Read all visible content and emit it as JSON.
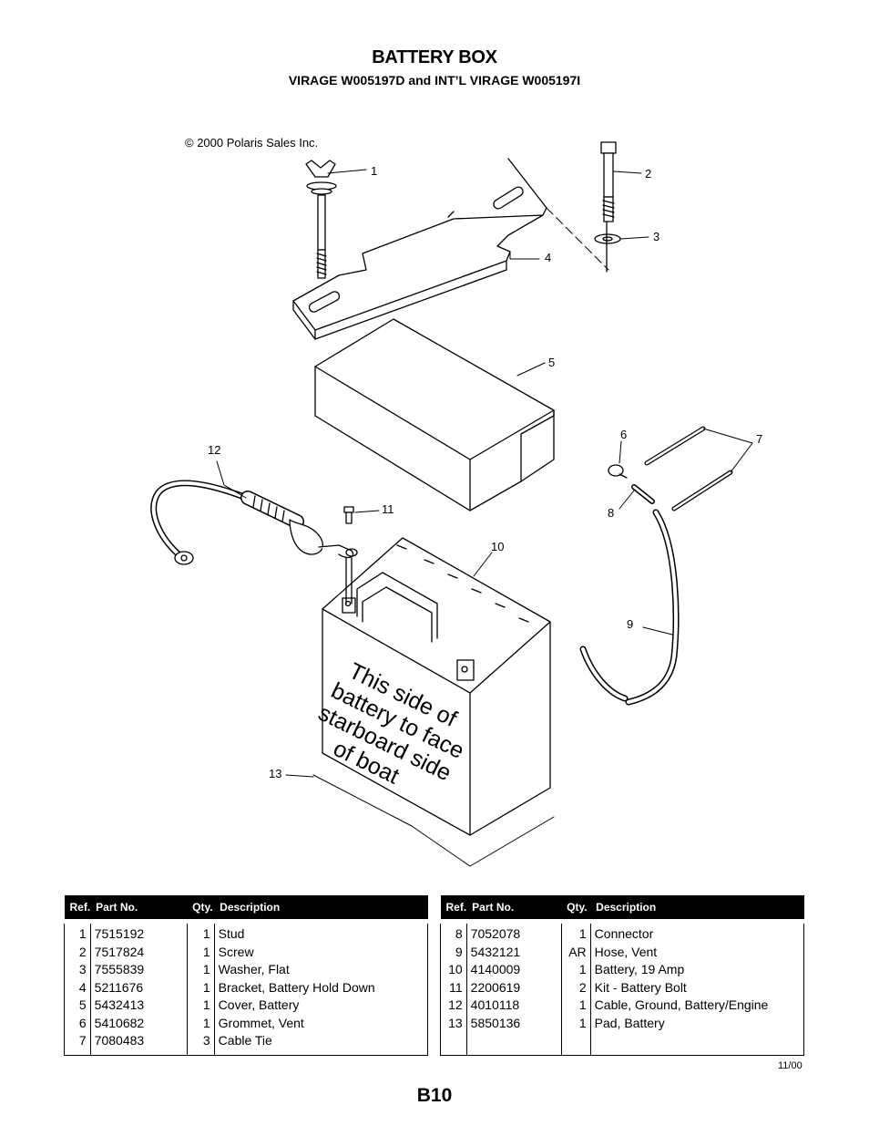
{
  "header": {
    "title": "BATTERY BOX",
    "subtitle": "VIRAGE W005197D and INT’L VIRAGE W005197I"
  },
  "diagram": {
    "copyright": "© 2000 Polaris Sales Inc.",
    "battery_label": [
      "This side of",
      "battery to face",
      "starboard side",
      "of boat"
    ],
    "callouts": [
      "1",
      "2",
      "3",
      "4",
      "5",
      "6",
      "7",
      "8",
      "9",
      "10",
      "11",
      "12",
      "13"
    ]
  },
  "table_headers": {
    "ref": "Ref.",
    "part": "Part No.",
    "qty": "Qty.",
    "desc": "Description"
  },
  "parts_left": [
    {
      "ref": "1",
      "part": "7515192",
      "qty": "1",
      "desc": "Stud"
    },
    {
      "ref": "2",
      "part": "7517824",
      "qty": "1",
      "desc": "Screw"
    },
    {
      "ref": "3",
      "part": "7555839",
      "qty": "1",
      "desc": "Washer, Flat"
    },
    {
      "ref": "4",
      "part": "5211676",
      "qty": "1",
      "desc": "Bracket, Battery Hold Down"
    },
    {
      "ref": "5",
      "part": "5432413",
      "qty": "1",
      "desc": "Cover, Battery"
    },
    {
      "ref": "6",
      "part": "5410682",
      "qty": "1",
      "desc": "Grommet, Vent"
    },
    {
      "ref": "7",
      "part": "7080483",
      "qty": "3",
      "desc": "Cable Tie"
    }
  ],
  "parts_right": [
    {
      "ref": "8",
      "part": "7052078",
      "qty": "1",
      "desc": "Connector"
    },
    {
      "ref": "9",
      "part": "5432121",
      "qty": "AR",
      "desc": "Hose, Vent"
    },
    {
      "ref": "10",
      "part": "4140009",
      "qty": "1",
      "desc": "Battery, 19 Amp"
    },
    {
      "ref": "11",
      "part": "2200619",
      "qty": "2",
      "desc": "Kit - Battery Bolt"
    },
    {
      "ref": "12",
      "part": "4010118",
      "qty": "1",
      "desc": "Cable, Ground, Battery/Engine"
    },
    {
      "ref": "13",
      "part": "5850136",
      "qty": "1",
      "desc": "Pad, Battery"
    }
  ],
  "footer": {
    "date": "11/00",
    "page_number": "B10"
  }
}
